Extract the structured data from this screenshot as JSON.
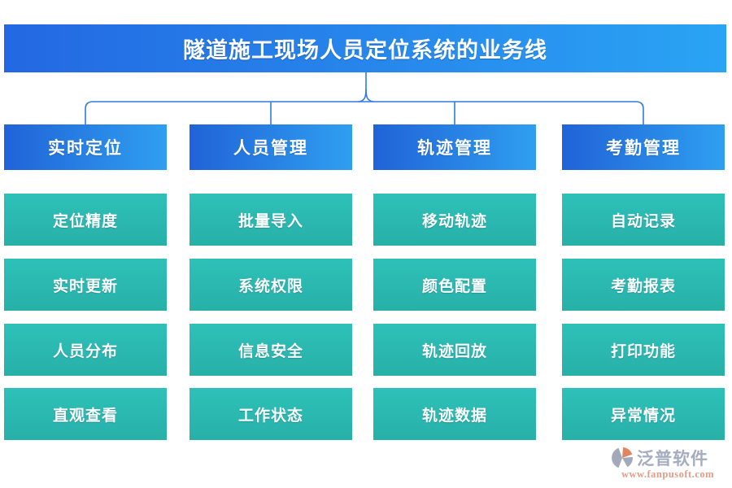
{
  "title": "隧道施工现场人员定位系统的业务线",
  "columns": [
    {
      "header": "实时定位",
      "items": [
        "定位精度",
        "实时更新",
        "人员分布",
        "直观查看"
      ]
    },
    {
      "header": "人员管理",
      "items": [
        "批量导入",
        "系统权限",
        "信息安全",
        "工作状态"
      ]
    },
    {
      "header": "轨迹管理",
      "items": [
        "移动轨迹",
        "颜色配置",
        "轨迹回放",
        "轨迹数据"
      ]
    },
    {
      "header": "考勤管理",
      "items": [
        "自动记录",
        "考勤报表",
        "打印功能",
        "异常情况"
      ]
    }
  ],
  "footer": {
    "brand": "泛普软件",
    "url": "www.fanpusoft.com"
  },
  "colors": {
    "title_gradient_start": "#2368e2",
    "title_gradient_end": "#2aa4f4",
    "header_gradient_start": "#2063d8",
    "header_gradient_end": "#2f9ff0",
    "item_teal": "#29b9b1",
    "connector_blue": "#2e7ce2",
    "brand_text_grey": "#9ea6ba",
    "brand_url_salmon": "#e2947d",
    "logo_grey": "#9ba3b5",
    "logo_orange": "#df7a52"
  }
}
